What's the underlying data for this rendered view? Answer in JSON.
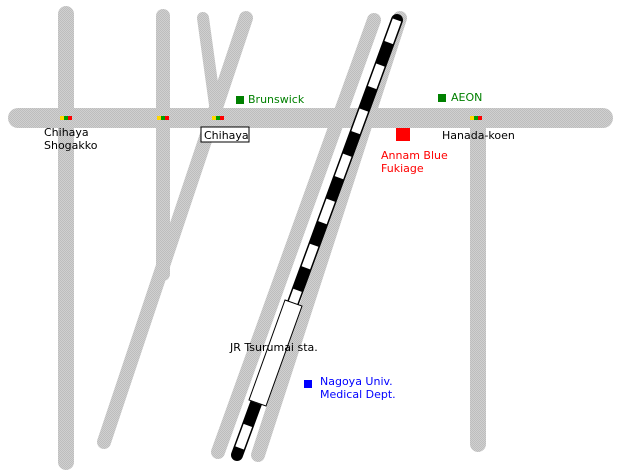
{
  "map": {
    "colors": {
      "road": "#c8c8c8",
      "rail_dark": "#000000",
      "rail_light": "#ffffff",
      "store": "#ff0000",
      "landmark": "#008000",
      "university": "#0000ff",
      "text_dark": "#000000"
    },
    "labels": {
      "intersection_chihaya_shogakko_line1": "Chihaya",
      "intersection_chihaya_shogakko_line2": "Shogakko",
      "intersection_chihaya": "Chihaya",
      "intersection_hanada_koen": "Hanada-koen",
      "landmark_brunswick": "Brunswick",
      "landmark_aeon": "AEON",
      "store_line1": "Annam Blue",
      "store_line2": "Fukiage",
      "station": "JR Tsurumai sta.",
      "university_line1": "Nagoya Univ.",
      "university_line2": "Medical Dept."
    },
    "icons": {
      "traffic_signal": "traffic-signal-icon",
      "store_marker": "red-square-marker",
      "landmark_marker": "green-square-marker",
      "university_marker": "blue-square-marker"
    }
  }
}
